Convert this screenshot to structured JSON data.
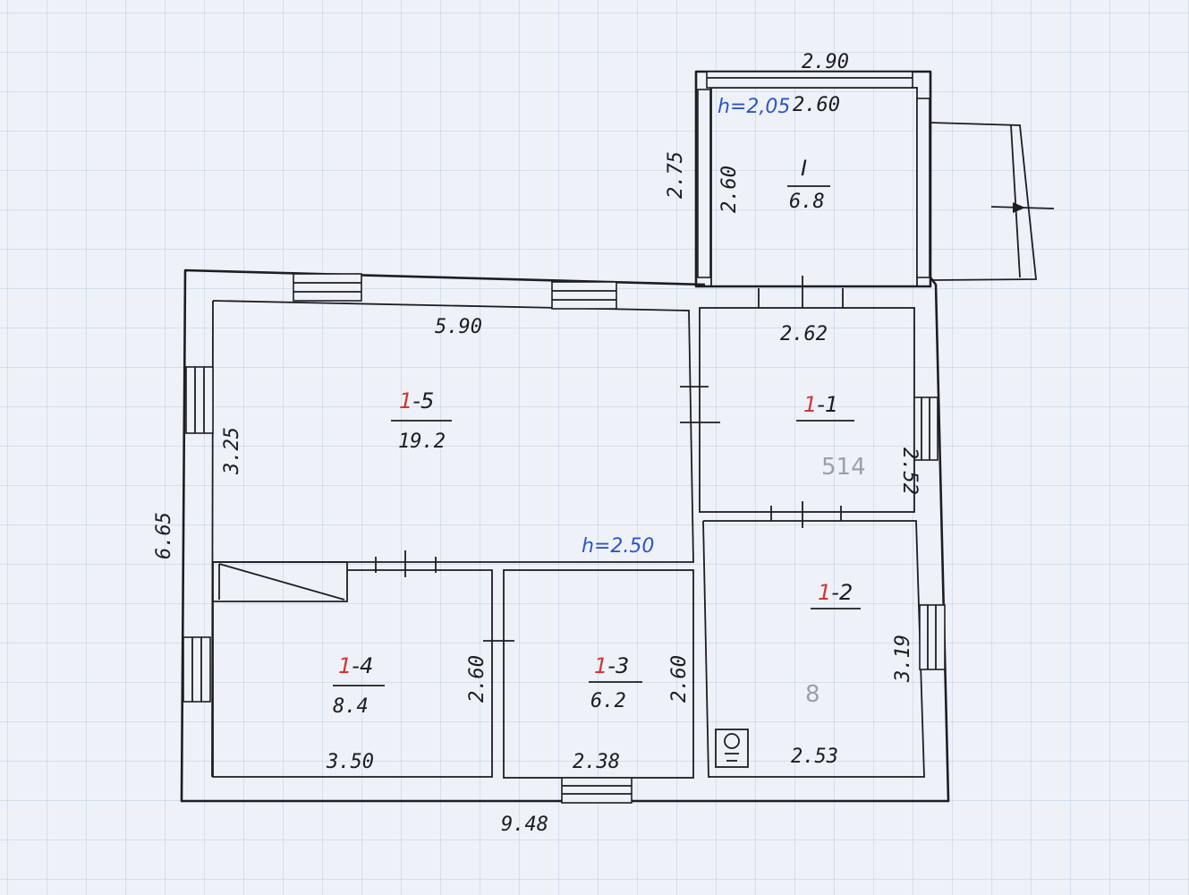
{
  "floor_plan": {
    "rooms": [
      {
        "id": "1-5",
        "prefix": "1",
        "suffix": "-5",
        "area": "19.2"
      },
      {
        "id": "1-1",
        "prefix": "1",
        "suffix": "-1",
        "area": ""
      },
      {
        "id": "1-2",
        "prefix": "1",
        "suffix": "-2",
        "area": ""
      },
      {
        "id": "1-3",
        "prefix": "1",
        "suffix": "-3",
        "area": "6.2"
      },
      {
        "id": "1-4",
        "prefix": "1",
        "suffix": "-4",
        "area": "8.4"
      },
      {
        "id": "I",
        "label": "I",
        "area": "6.8"
      }
    ],
    "dimensions": {
      "overall_width": "9.48",
      "overall_depth": "6.65",
      "r15_width": "5.90",
      "r15_depth": "3.25",
      "r11_width": "2.62",
      "r11_depth": "2.52",
      "r12_depth": "3.19",
      "r12_width": "2.53",
      "r13_width": "2.38",
      "r13_depth": "2.60",
      "r14_width": "3.50",
      "r14_depth": "2.60",
      "annex_outer_width": "2.90",
      "annex_inner_width": "2.60",
      "annex_outer_depth": "2.75",
      "annex_inner_depth": "2.60"
    },
    "heights": {
      "main": "h=2.50",
      "annex": "h=2,05"
    },
    "pencil_notes": [
      "514",
      "8"
    ]
  }
}
